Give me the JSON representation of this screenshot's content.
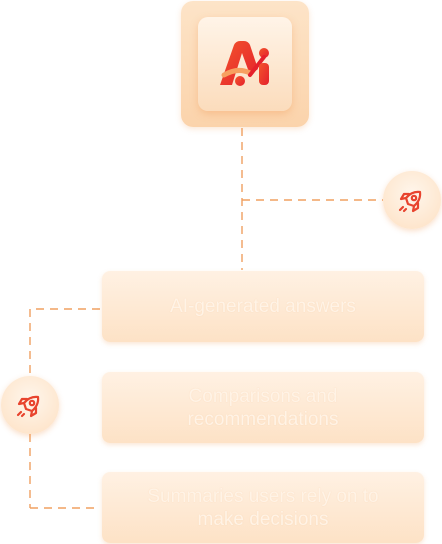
{
  "logo": {
    "text": "Ai",
    "icon": "ai-logo-icon"
  },
  "rockets": [
    {
      "icon": "rocket-icon"
    },
    {
      "icon": "rocket-icon"
    }
  ],
  "items": [
    {
      "label": "AI-generated answers"
    },
    {
      "label": "Comparisons and recommendations"
    },
    {
      "label": "Summaries users rely on to make decisions"
    }
  ],
  "colors": {
    "accent": "#f0873a",
    "brand_red": "#e8362c",
    "tile": "#fbd9b6",
    "box": "#fde6cf"
  }
}
